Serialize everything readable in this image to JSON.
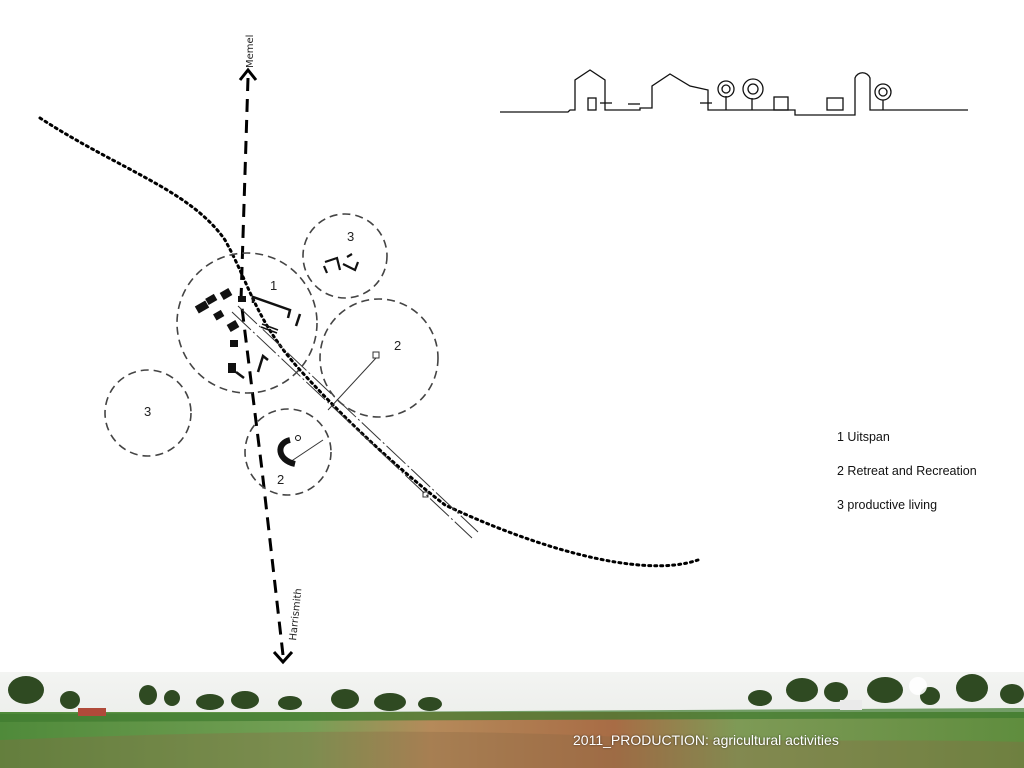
{
  "roads": {
    "north": "Memel",
    "south": "Harrismith"
  },
  "zones": {
    "uitspan": "1",
    "retreat_east": "2",
    "retreat_south": "2",
    "productive_north": "3",
    "productive_west": "3"
  },
  "legend": {
    "items": [
      {
        "label": "1 Uitspan"
      },
      {
        "label": "2 Retreat and Recreation"
      },
      {
        "label": "3 productive living"
      }
    ]
  },
  "caption": "2011_PRODUCTION: agricultural activities"
}
